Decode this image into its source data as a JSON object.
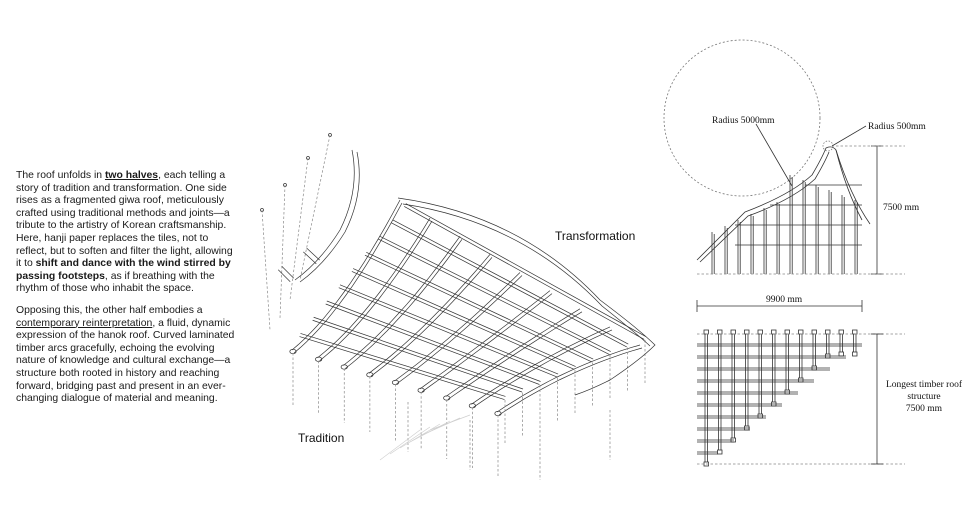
{
  "description": {
    "paragraph1": [
      {
        "text": "The roof unfolds in ",
        "style": "normal"
      },
      {
        "text": "two halves",
        "style": "bold-underline"
      },
      {
        "text": ", each telling a story of tradition and transformation. One side rises as a fragmented giwa roof, meticulously crafted using traditional methods and joints—a tribute to the artistry of Korean craftsmanship. Here, hanji paper replaces the tiles, not to reflect, but to soften and filter the light, allowing it to ",
        "style": "normal"
      },
      {
        "text": "shift and dance with the wind stirred by passing footsteps",
        "style": "bold"
      },
      {
        "text": ", as if breathing with the rhythm of those who inhabit the space.",
        "style": "normal"
      }
    ],
    "paragraph2": [
      {
        "text": "Opposing this, the other half embodies a ",
        "style": "normal"
      },
      {
        "text": "contemporary reinterpretation",
        "style": "underline"
      },
      {
        "text": ", a fluid, dynamic expression of the hanok roof. Curved laminated timber arcs gracefully, echoing the evolving nature of knowledge and cultural exchange—a structure both rooted in history and reaching forward, bridging past and present in an ever-changing dialogue of material and meaning.",
        "style": "normal"
      }
    ]
  },
  "axon": {
    "label_transformation": "Transformation",
    "label_tradition": "Tradition"
  },
  "section_top": {
    "radius_large": "Radius 5000mm",
    "radius_small": "Radius 500mm",
    "height_dim": "7500 mm",
    "width_dim": "9900 mm"
  },
  "section_bottom": {
    "longest_label_line1": "Longest timber roof",
    "longest_label_line2": "structure",
    "longest_label_line3": "7500 mm"
  },
  "colors": {
    "line": "#333333",
    "dashed": "#888888",
    "text": "#1a1a1a"
  }
}
